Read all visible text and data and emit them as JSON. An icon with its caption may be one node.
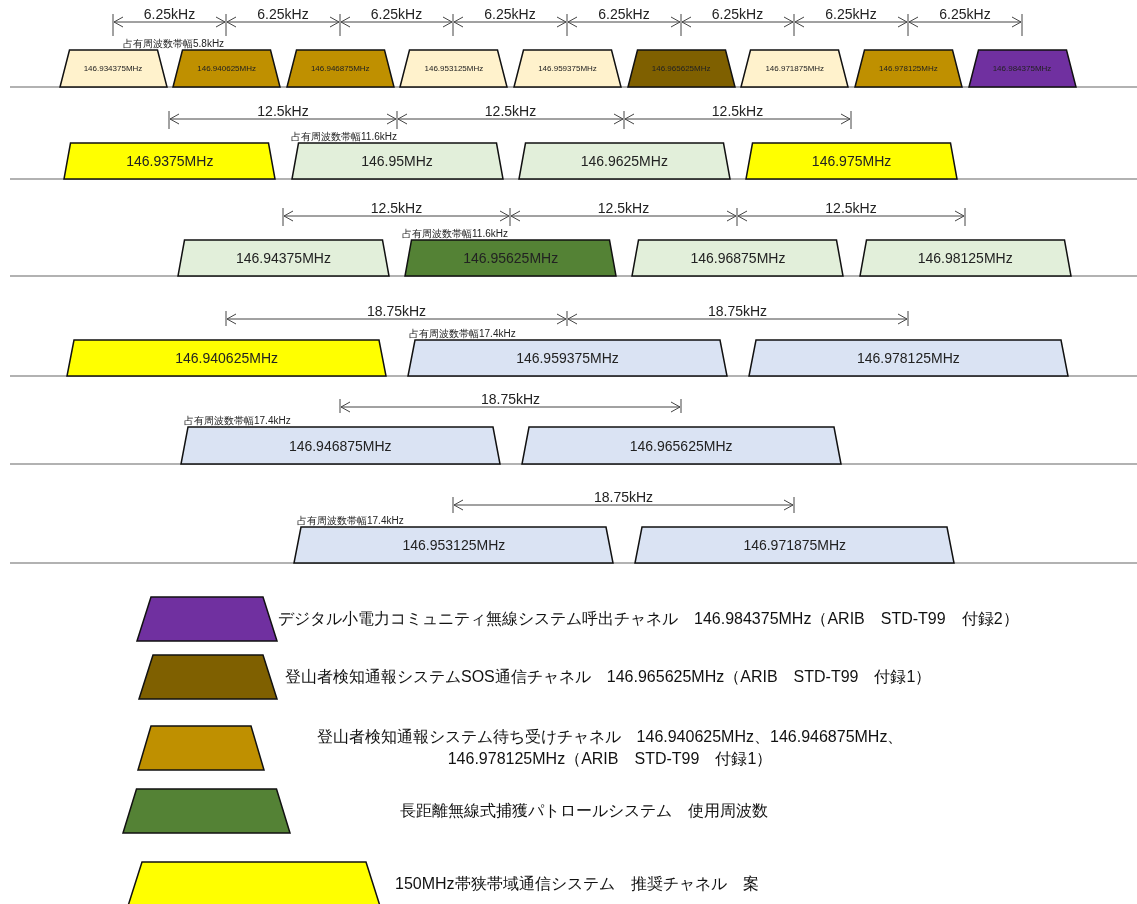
{
  "diagram": {
    "nodes": [
      {
        "text": [
          "146.934375MHz"
        ],
        "beside": [
          "占有周波数帯幅5.8kHz"
        ]
      },
      {
        "text": [
          "146.940625MHz"
        ]
      },
      {
        "text": [
          "146.946875MHz"
        ]
      },
      {
        "text": [
          "146.953125MHz"
        ]
      },
      {
        "text": [
          "146.959375MHz"
        ]
      },
      {
        "text": [
          "146.965625MHz"
        ]
      },
      {
        "text": [
          "146.971875MHz"
        ]
      },
      {
        "text": [
          "146.978125MHz"
        ]
      },
      {
        "text": [
          "146.984375MHz"
        ]
      },
      {
        "text": [
          "146.9375MHz"
        ]
      },
      {
        "text": [
          "146.95MHz"
        ],
        "beside": [
          "占有周波数帯幅11.6kHz"
        ]
      },
      {
        "text": [
          "146.9625MHz"
        ]
      },
      {
        "text": [
          "146.975MHz"
        ]
      },
      {
        "text": [
          "146.94375MHz"
        ]
      },
      {
        "text": [
          "146.95625MHz"
        ],
        "beside": [
          "占有周波数帯幅11.6kHz"
        ]
      },
      {
        "text": [
          "146.96875MHz"
        ]
      },
      {
        "text": [
          "146.98125MHz"
        ]
      },
      {
        "text": [
          "146.940625MHz"
        ]
      },
      {
        "text": [
          "146.959375MHz"
        ],
        "beside": [
          "占有周波数帯幅17.4kHz"
        ]
      },
      {
        "text": [
          "146.978125MHz"
        ]
      },
      {
        "text": [
          "146.946875MHz"
        ],
        "beside": [
          "占有周波数帯幅17.4kHz"
        ]
      },
      {
        "text": [
          "146.965625MHz"
        ]
      },
      {
        "text": [
          "146.953125MHz"
        ],
        "beside": [
          "占有周波数帯幅17.4kHz"
        ]
      },
      {
        "text": [
          "146.971875MHz"
        ]
      }
    ],
    "labels": [
      "6.25kHz",
      "6.25kHz",
      "6.25kHz",
      "6.25kHz",
      "6.25kHz",
      "6.25kHz",
      "6.25kHz",
      "6.25kHz",
      "12.5kHz",
      "12.5kHz",
      "12.5kHz",
      "12.5kHz",
      "12.5kHz",
      "12.5kHz",
      "18.75kHz",
      "18.75kHz",
      "18.75kHz",
      "18.75kHz"
    ],
    "legend": [
      {
        "text": "デジタル小電力コミュニティ無線システム呼出チャネル　146.984375MHz（ARIB　STD-T99　付録2）",
        "color": "#7030a0"
      },
      {
        "text": "登山者検知通報システムSOS通信チャネル　146.965625MHz（ARIB　STD-T99　付録1）",
        "color": "#7f6000"
      },
      {
        "text": "登山者検知通報システム待ち受けチャネル　146.940625MHz、146.946875MHz、146.978125MHz（ARIB　STD-T99　付録1）",
        "color": "#bf9000"
      },
      {
        "text": "長距離無線式捕獲パトロールシステム　使用周波数",
        "color": "#548235"
      },
      {
        "text": "150MHz帯狭帯域通信システム　推奨チャネル　案",
        "color": "#ffff00"
      }
    ]
  }
}
